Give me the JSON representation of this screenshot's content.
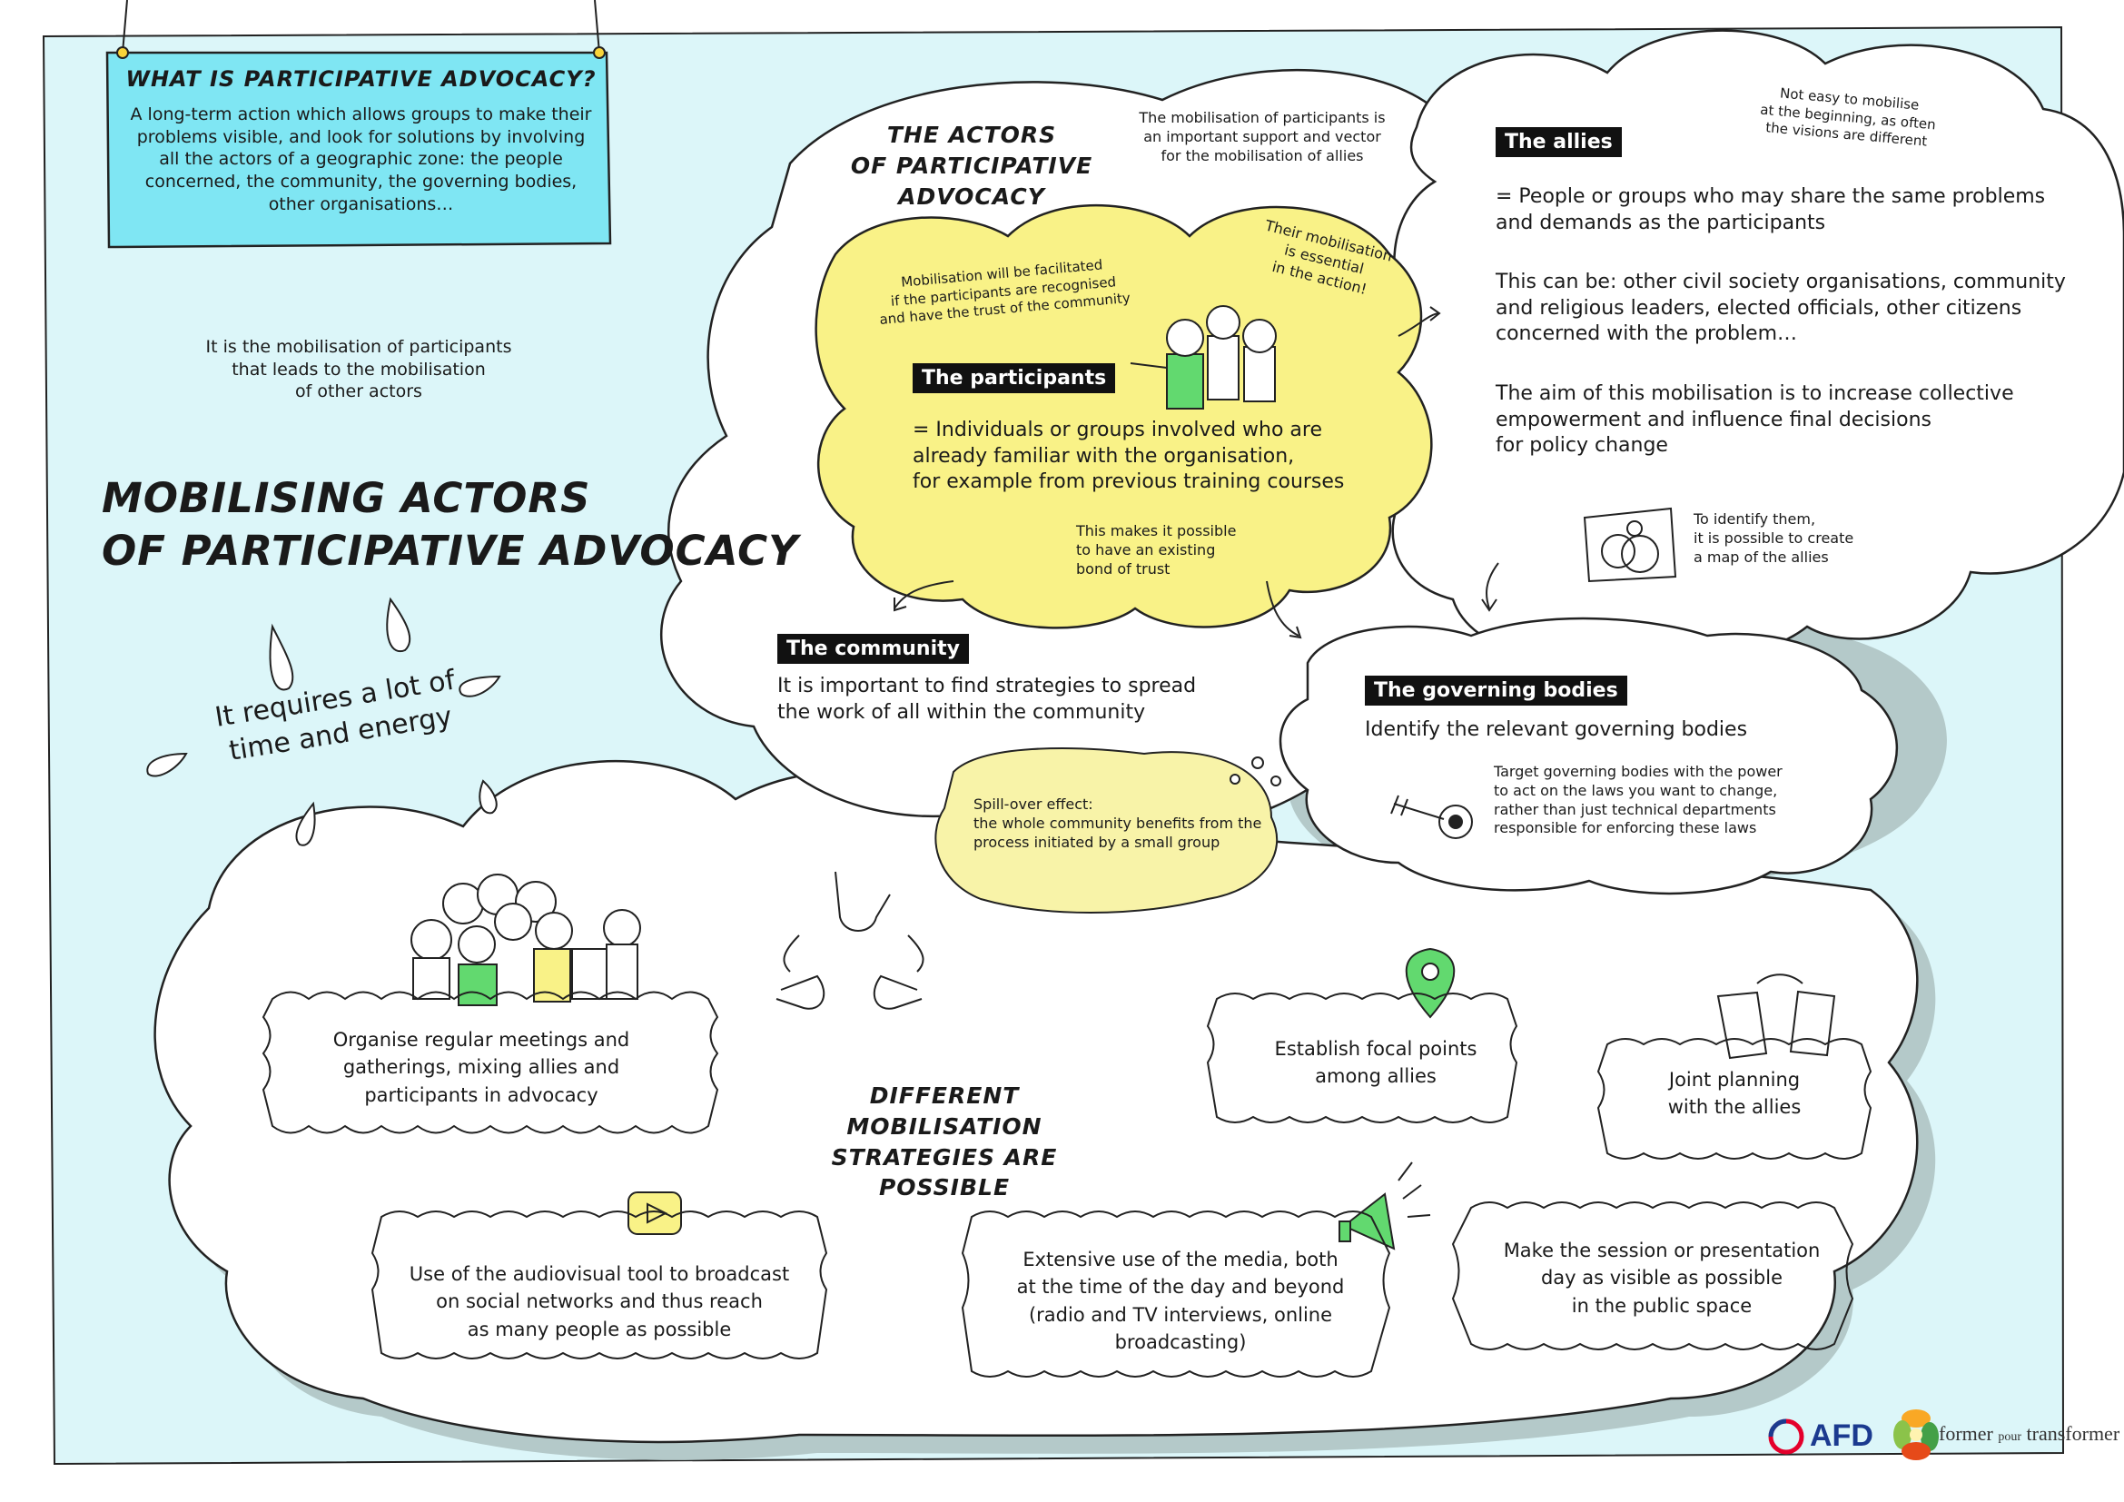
{
  "colors": {
    "sky": "#b9f1f6",
    "panel": "#dcf6f9",
    "cyan": "#7fe6f3",
    "yellow": "#f9f287",
    "lightyellow": "#f8f3a8",
    "green": "#62d96f",
    "shadow": "#b4c9c9",
    "afd_blue": "#1b3a8f"
  },
  "intro": {
    "heading": "WHAT IS PARTICIPATIVE ADVOCACY?",
    "lines": [
      "A long-term action which allows groups to make their",
      "problems visible, and look for solutions by involving",
      "all the actors of a geographic zone: the people",
      "concerned, the community, the governing bodies,",
      "other organisations…"
    ]
  },
  "left": {
    "mobilisation_note": [
      "It is the mobilisation of participants",
      "that leads to the mobilisation",
      "of other actors"
    ],
    "main_title": [
      "MOBILISING ACTORS",
      "OF PARTICIPATIVE ADVOCACY"
    ],
    "time_energy": [
      "It requires a lot of",
      "time and energy"
    ]
  },
  "actors": {
    "title": [
      "THE ACTORS",
      "OF PARTICIPATIVE ADVOCACY"
    ],
    "support_note": [
      "The mobilisation of participants is",
      "an important support and vector",
      "for the mobilisation of allies"
    ]
  },
  "participants": {
    "label": "The participants",
    "facilitated": [
      "Mobilisation will be facilitated",
      "if the participants are recognised",
      "and have the trust of the community"
    ],
    "essential": [
      "Their mobilisation",
      "is essential",
      "in the action!"
    ],
    "definition": [
      "= Individuals or groups involved who are",
      "already familiar with the organisation,",
      "for example from previous training courses"
    ],
    "trust": [
      "This makes it possible",
      "to have an existing",
      "bond of trust"
    ]
  },
  "allies": {
    "label": "The allies",
    "note": [
      "Not easy to mobilise",
      "at the beginning, as often",
      "the visions are different"
    ],
    "definition": [
      "= People or groups who may share the same problems",
      "and demands as the participants"
    ],
    "examples": [
      "This can be: other civil society organisations, community",
      "and religious leaders, elected officials, other citizens",
      "concerned with the problem…"
    ],
    "aim": [
      "The aim of this mobilisation is to increase collective",
      "empowerment and influence final decisions",
      " for policy change"
    ],
    "map": [
      "To identify them,",
      "it is possible to create",
      "a map of the allies"
    ]
  },
  "community": {
    "label": "The community",
    "text": [
      "It is important to find strategies to spread",
      "the work of all within the community"
    ],
    "spillover": [
      "Spill-over effect:",
      "the whole community benefits from the",
      "process initiated by a small group"
    ]
  },
  "governing": {
    "label": "The governing bodies",
    "text": "Identify the relevant governing bodies",
    "target": [
      "Target governing bodies with the power",
      "to act on the laws you want to change,",
      "rather than just technical departments",
      "responsible for enforcing these laws"
    ]
  },
  "strategies": {
    "title": [
      "DIFFERENT MOBILISATION",
      "STRATEGIES ARE POSSIBLE"
    ],
    "meetings": [
      "Organise regular meetings and",
      "gatherings, mixing allies and",
      "participants in advocacy"
    ],
    "focal": [
      "Establish focal points",
      "among allies"
    ],
    "joint": [
      "Joint planning",
      "with the allies"
    ],
    "audiovisual": [
      "Use of the audiovisual tool to broadcast",
      "on social networks and thus reach",
      "as many people as possible"
    ],
    "media": [
      "Extensive use of the media, both",
      "at the time of the day and beyond",
      "(radio and TV interviews, online",
      "broadcasting)"
    ],
    "session": [
      "Make the session or presentation",
      "day as visible as possible",
      "in the public space"
    ]
  },
  "logos": {
    "afd": "AFD",
    "former": [
      "former",
      "pour",
      "transformer"
    ]
  }
}
